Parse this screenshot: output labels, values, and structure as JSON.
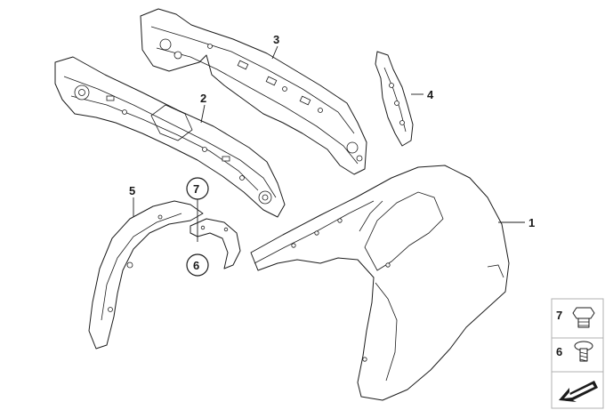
{
  "callouts": {
    "c1": "1",
    "c2": "2",
    "c3": "3",
    "c4": "4",
    "c5": "5",
    "c6_circled": "6",
    "c7_circled": "7"
  },
  "legend": {
    "item7": "7",
    "item6": "6"
  },
  "icons": [
    "side-panel-diagram",
    "rear-cross-member-diagram",
    "inner-rail-diagram",
    "pillar-bracket-diagram",
    "wheel-arch-liner-diagram",
    "inner-arch-trim-diagram",
    "expanding-nut-icon",
    "screw-clip-icon",
    "arrow-icon"
  ]
}
